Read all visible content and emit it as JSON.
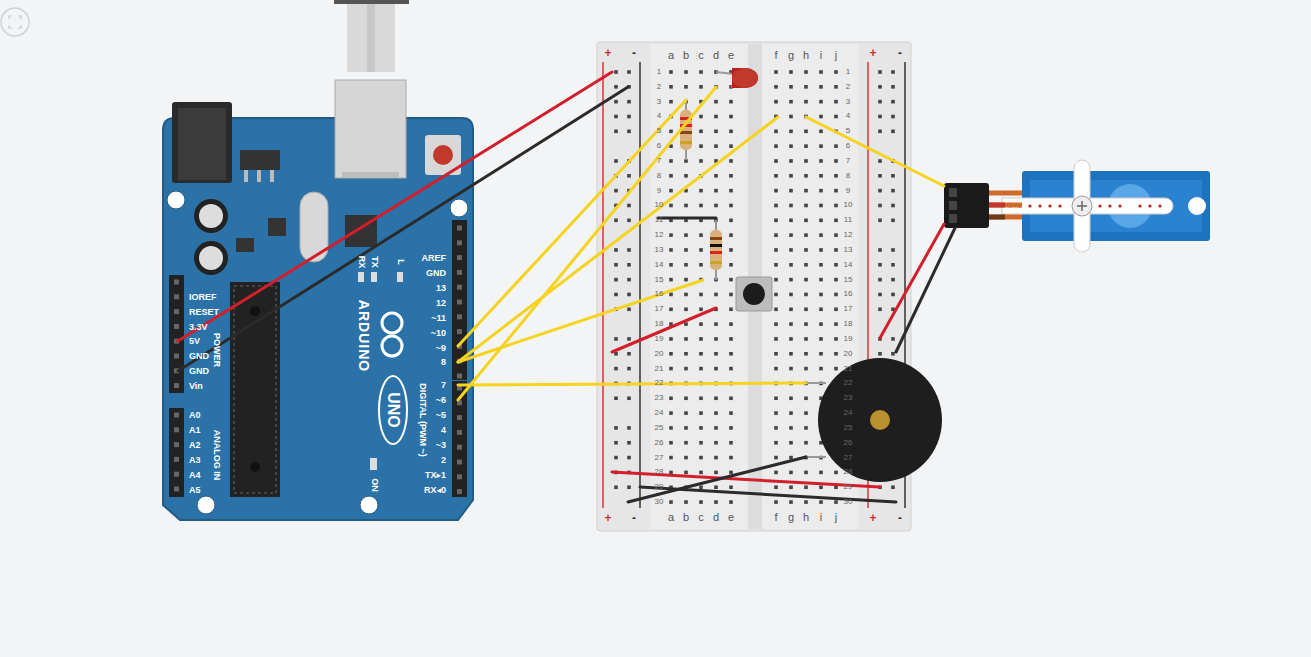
{
  "diagram": {
    "labels": [
      "IOREF",
      "RESET",
      "3.3V",
      "5V",
      "GND",
      "GND",
      "Vin",
      "POWER",
      "A0",
      "A1",
      "A2",
      "A3",
      "A4",
      "A5",
      "ANALOG IN",
      "AREF",
      "GND",
      "13",
      "12",
      "~11",
      "~10",
      "~9",
      "8",
      "7",
      "~6",
      "~5",
      "4",
      "~3",
      "2",
      "TX▸1",
      "RX◂0",
      "DIGITAL (PWM ~)",
      "ARDUINO",
      "UNO",
      "ON",
      "RX",
      "TX",
      "L",
      "+",
      "-",
      "+",
      "-",
      "a",
      "b",
      "c",
      "d",
      "e",
      "f",
      "g",
      "h",
      "i",
      "j",
      "1",
      "2",
      "3",
      "4",
      "5",
      "6",
      "7",
      "8",
      "9",
      "10",
      "11",
      "12",
      "13",
      "14",
      "15",
      "16",
      "17",
      "18",
      "19",
      "20",
      "21",
      "22",
      "23",
      "24",
      "25",
      "26",
      "27",
      "28",
      "29",
      "30",
      "1",
      "2",
      "3",
      "4",
      "5",
      "6",
      "7",
      "8",
      "9",
      "10",
      "11",
      "12",
      "13",
      "14",
      "15",
      "16",
      "17",
      "18",
      "19",
      "20",
      "21",
      "22",
      "23",
      "24",
      "25",
      "26",
      "27",
      "28",
      "29",
      "30",
      "a",
      "b",
      "c",
      "d",
      "e",
      "f",
      "g",
      "h",
      "i",
      "j",
      "+",
      "-",
      "+",
      "-"
    ]
  }
}
